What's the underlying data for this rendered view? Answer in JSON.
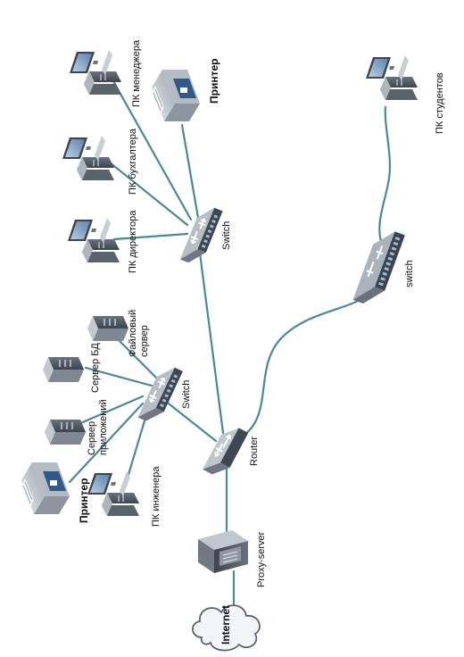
{
  "colors": {
    "link": "#4a8898",
    "device_dark": "#4d5560",
    "device_mid": "#8a929c",
    "device_light": "#c7ccd2",
    "screen": "#7f9fc4",
    "printer_badge": "#2f5a88",
    "cloud_fill": "#f4f5f7"
  },
  "nodes": {
    "internet": {
      "label": "Internet",
      "icon": "cloud-icon"
    },
    "proxy": {
      "label": "Proxy-server",
      "icon": "server-rack-icon"
    },
    "router": {
      "label": "Router",
      "icon": "router-icon"
    },
    "switch_left": {
      "label": "Switch",
      "icon": "switch-icon"
    },
    "switch_top": {
      "label": "Switch",
      "icon": "switch-icon"
    },
    "switch_students": {
      "label": "switch",
      "icon": "switch-icon"
    },
    "printer_left": {
      "label": "Принтер",
      "icon": "printer-icon"
    },
    "pc_engineer": {
      "label": "ПК инженера",
      "icon": "computer-icon"
    },
    "app_server": {
      "label": "Сервер приложений",
      "icon": "server-icon"
    },
    "db_server": {
      "label": "Сервер БД",
      "icon": "server-icon"
    },
    "file_server": {
      "label": "Файловый сервер",
      "icon": "server-icon"
    },
    "pc_director": {
      "label": "ПК директора",
      "icon": "computer-icon"
    },
    "pc_accountant": {
      "label": "ПК бухгалтера",
      "icon": "computer-icon"
    },
    "pc_manager": {
      "label": "ПК менеджера",
      "icon": "computer-icon"
    },
    "printer_top": {
      "label": "Принтер",
      "icon": "printer-icon"
    },
    "pc_students": {
      "label": "ПК студентов",
      "icon": "computer-icon"
    }
  },
  "split_labels": {
    "app_server": [
      "Сервер",
      "приложений"
    ],
    "file_server": [
      "Файловый",
      "сервер"
    ]
  }
}
